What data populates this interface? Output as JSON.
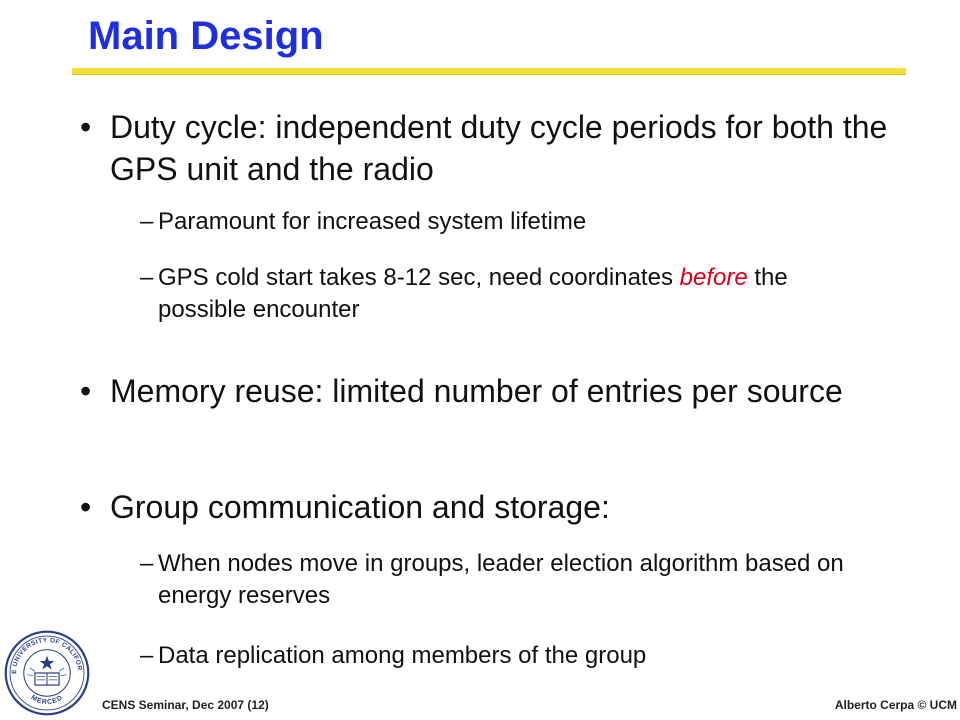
{
  "slide": {
    "title": "Main Design",
    "bullets": [
      {
        "text": "Duty cycle: independent duty cycle periods for both the GPS unit and the radio"
      },
      {
        "text": "Memory reuse: limited number of entries per source"
      },
      {
        "text": "Group communication and storage:"
      }
    ],
    "subbullets": {
      "s1": "Paramount for increased system lifetime",
      "s2_pre": "GPS cold start takes 8-12 sec, need coordinates ",
      "s2_em": "before",
      "s2_post": " the possible encounter",
      "s3": "When nodes move in groups, leader election algorithm based on energy reserves",
      "s4": "Data replication among members of the group"
    },
    "bullet_glyph": "•",
    "dash_glyph": "–"
  },
  "footer": {
    "left": "CENS Seminar, Dec 2007 (12)",
    "right": "Alberto Cerpa © UCM"
  },
  "seal": {
    "text_top": "THE UNIVERSITY OF CALIFORNIA",
    "text_bottom": "MERCED",
    "color": "#2a3f8a"
  }
}
